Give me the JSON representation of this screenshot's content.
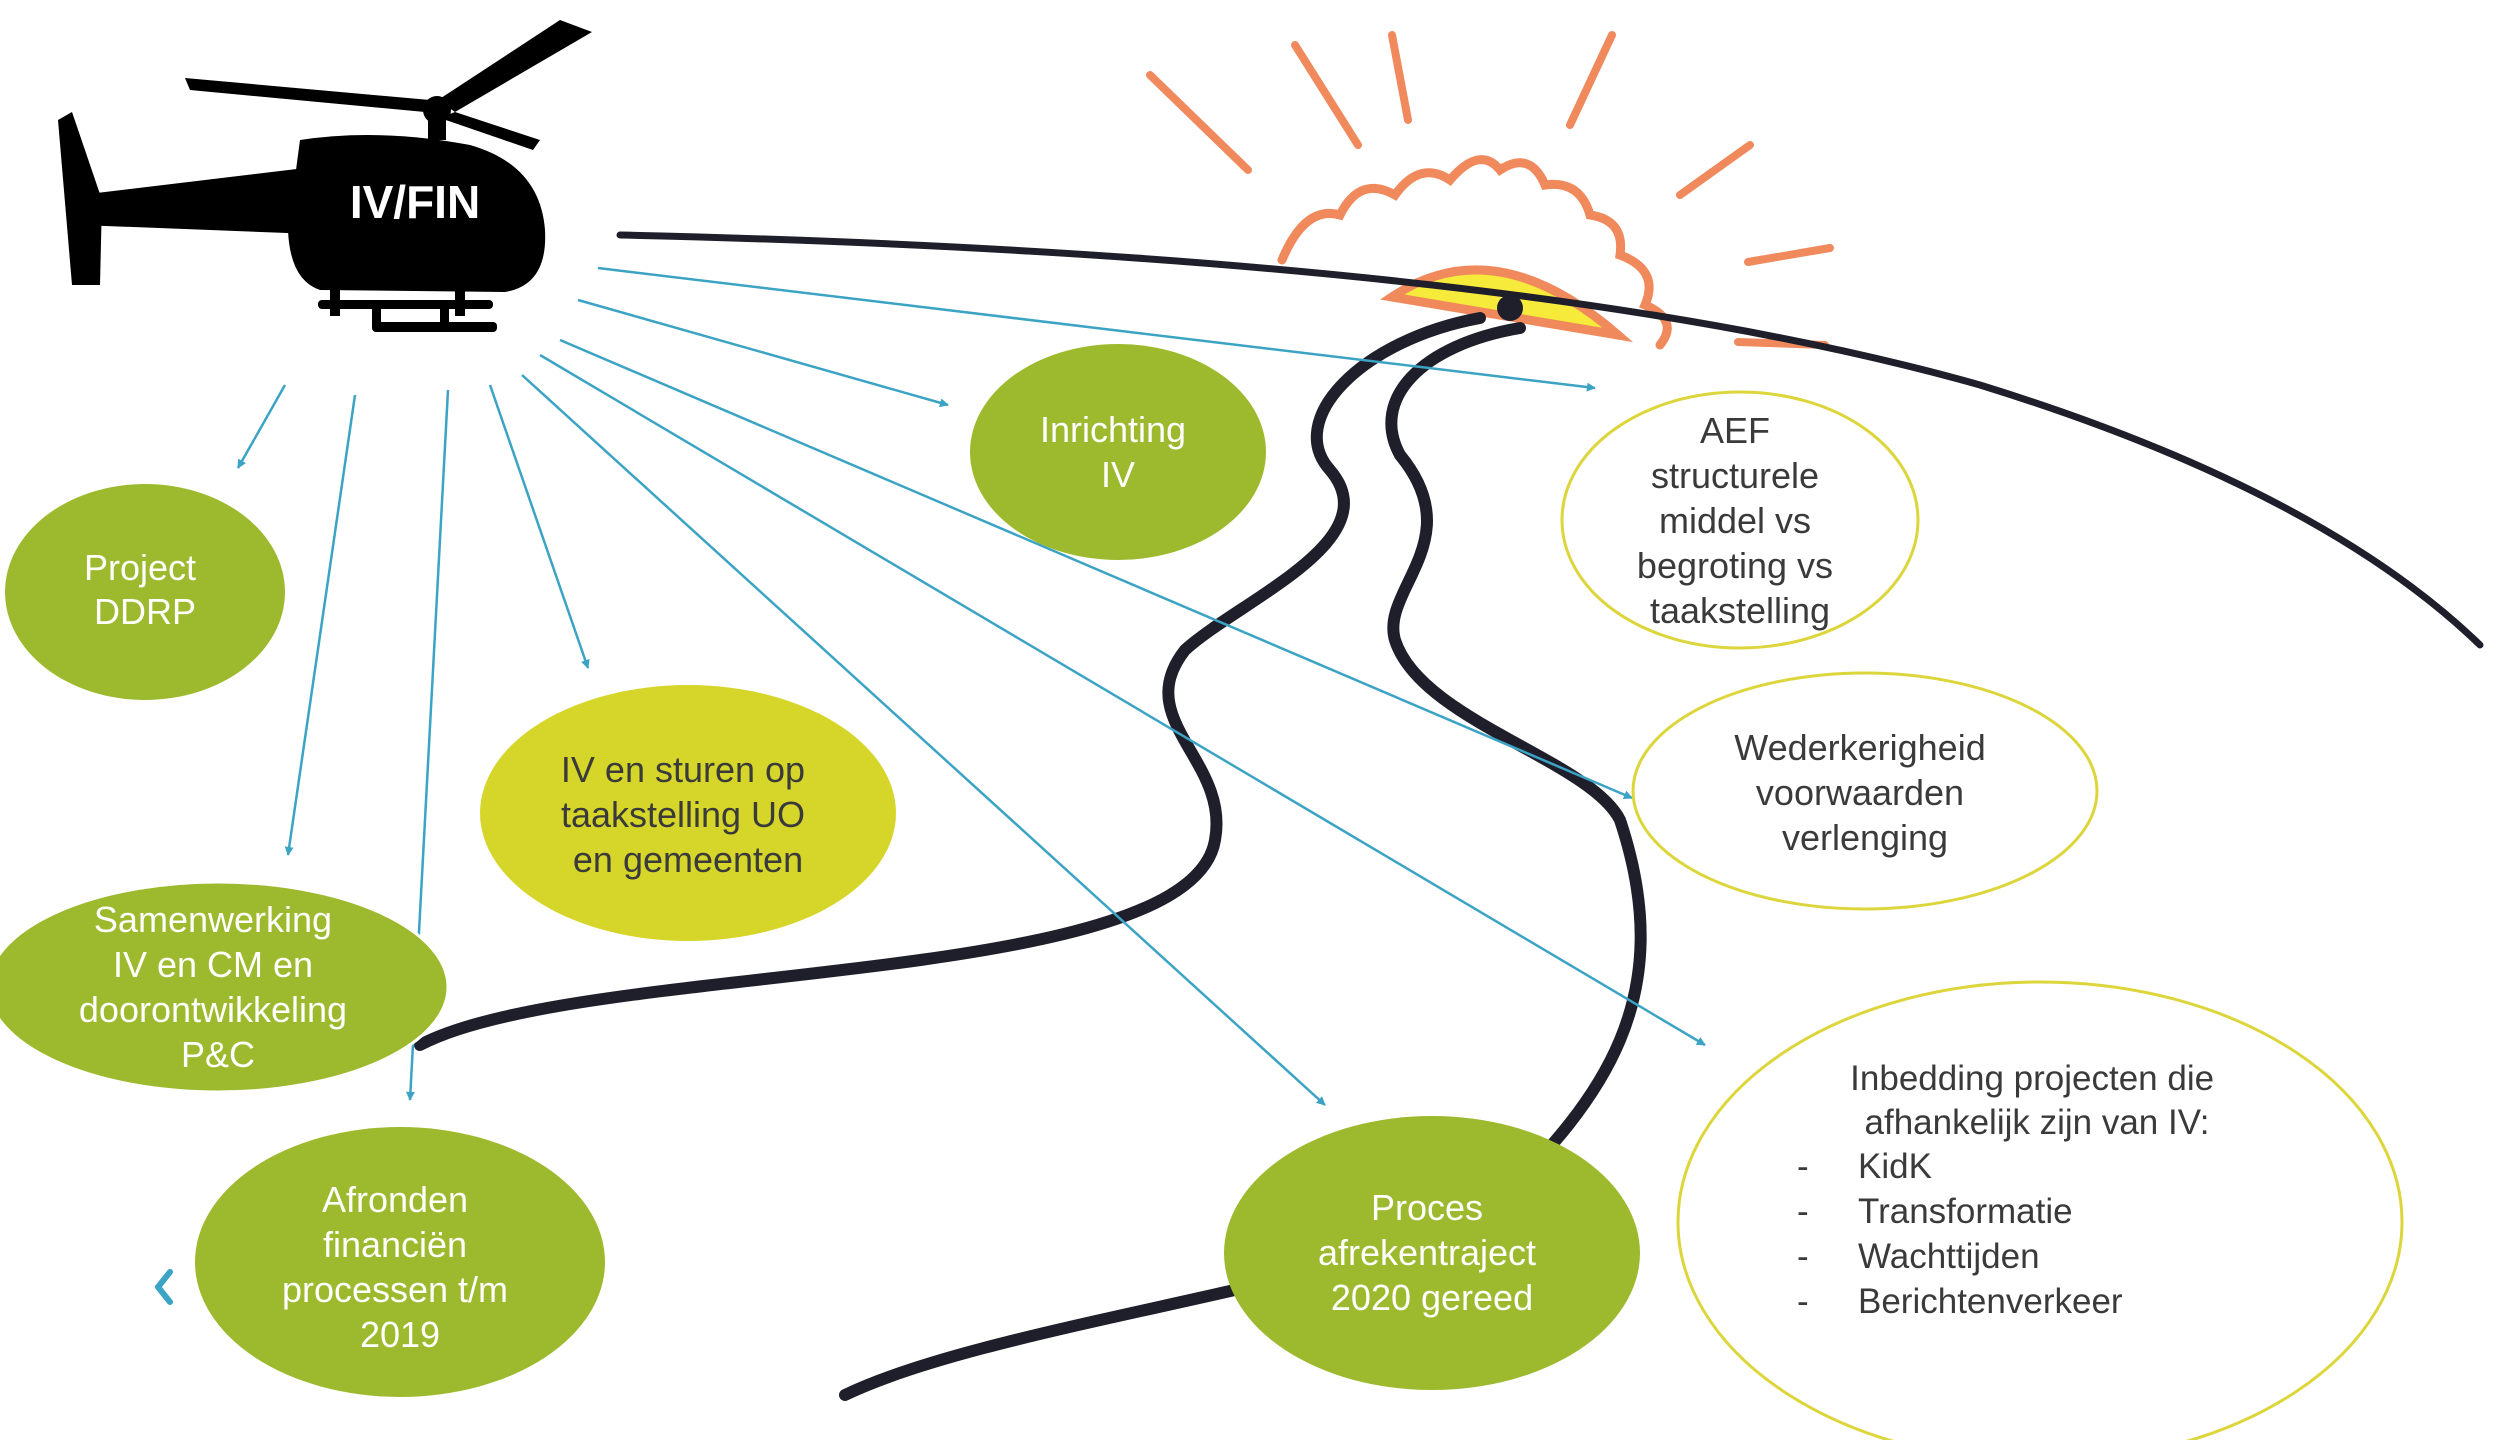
{
  "colors": {
    "green": "#9dba2e",
    "yellow_green": "#d6d62a",
    "outline_yellow": "#dcd63c",
    "arrow": "#3ba3c4",
    "road": "#1f1f2b",
    "sun_rays": "#f08a5d",
    "sun_fill": "#f6ea3a",
    "helicopter": "#000000"
  },
  "icons": {
    "helicopter": "helicopter-icon",
    "sun": "sun-icon",
    "road": "road-icon",
    "nav": "chevron-left-icon"
  },
  "helicopter": {
    "label": "IV/FIN"
  },
  "nodes": {
    "project_ddrp": [
      "Project",
      "DDRP"
    ],
    "samenwerking": [
      "Samenwerking",
      "IV en CM en",
      "doorontwikkeling",
      "P&C"
    ],
    "afronden": [
      "Afronden",
      "financiën",
      "processen t/m",
      "2019"
    ],
    "iv_sturen": [
      "IV en sturen op",
      "taakstelling UO",
      "en gemeenten"
    ],
    "inrichting": [
      "Inrichting",
      "IV"
    ],
    "proces": [
      "Proces",
      "afrekentraject",
      "2020 gereed"
    ],
    "aef": [
      "AEF",
      "structurele",
      "middel vs",
      "begroting vs",
      "taakstelling"
    ],
    "wederkerigheid": [
      "Wederkerigheid",
      "voorwaarden",
      "verlenging"
    ],
    "inbedding": {
      "heading": [
        "Inbedding projecten die",
        "afhankelijk zijn van IV:"
      ],
      "bullet": "-",
      "items": [
        "KidK",
        "Transformatie",
        "Wachttijden",
        "Berichtenverkeer"
      ]
    }
  }
}
